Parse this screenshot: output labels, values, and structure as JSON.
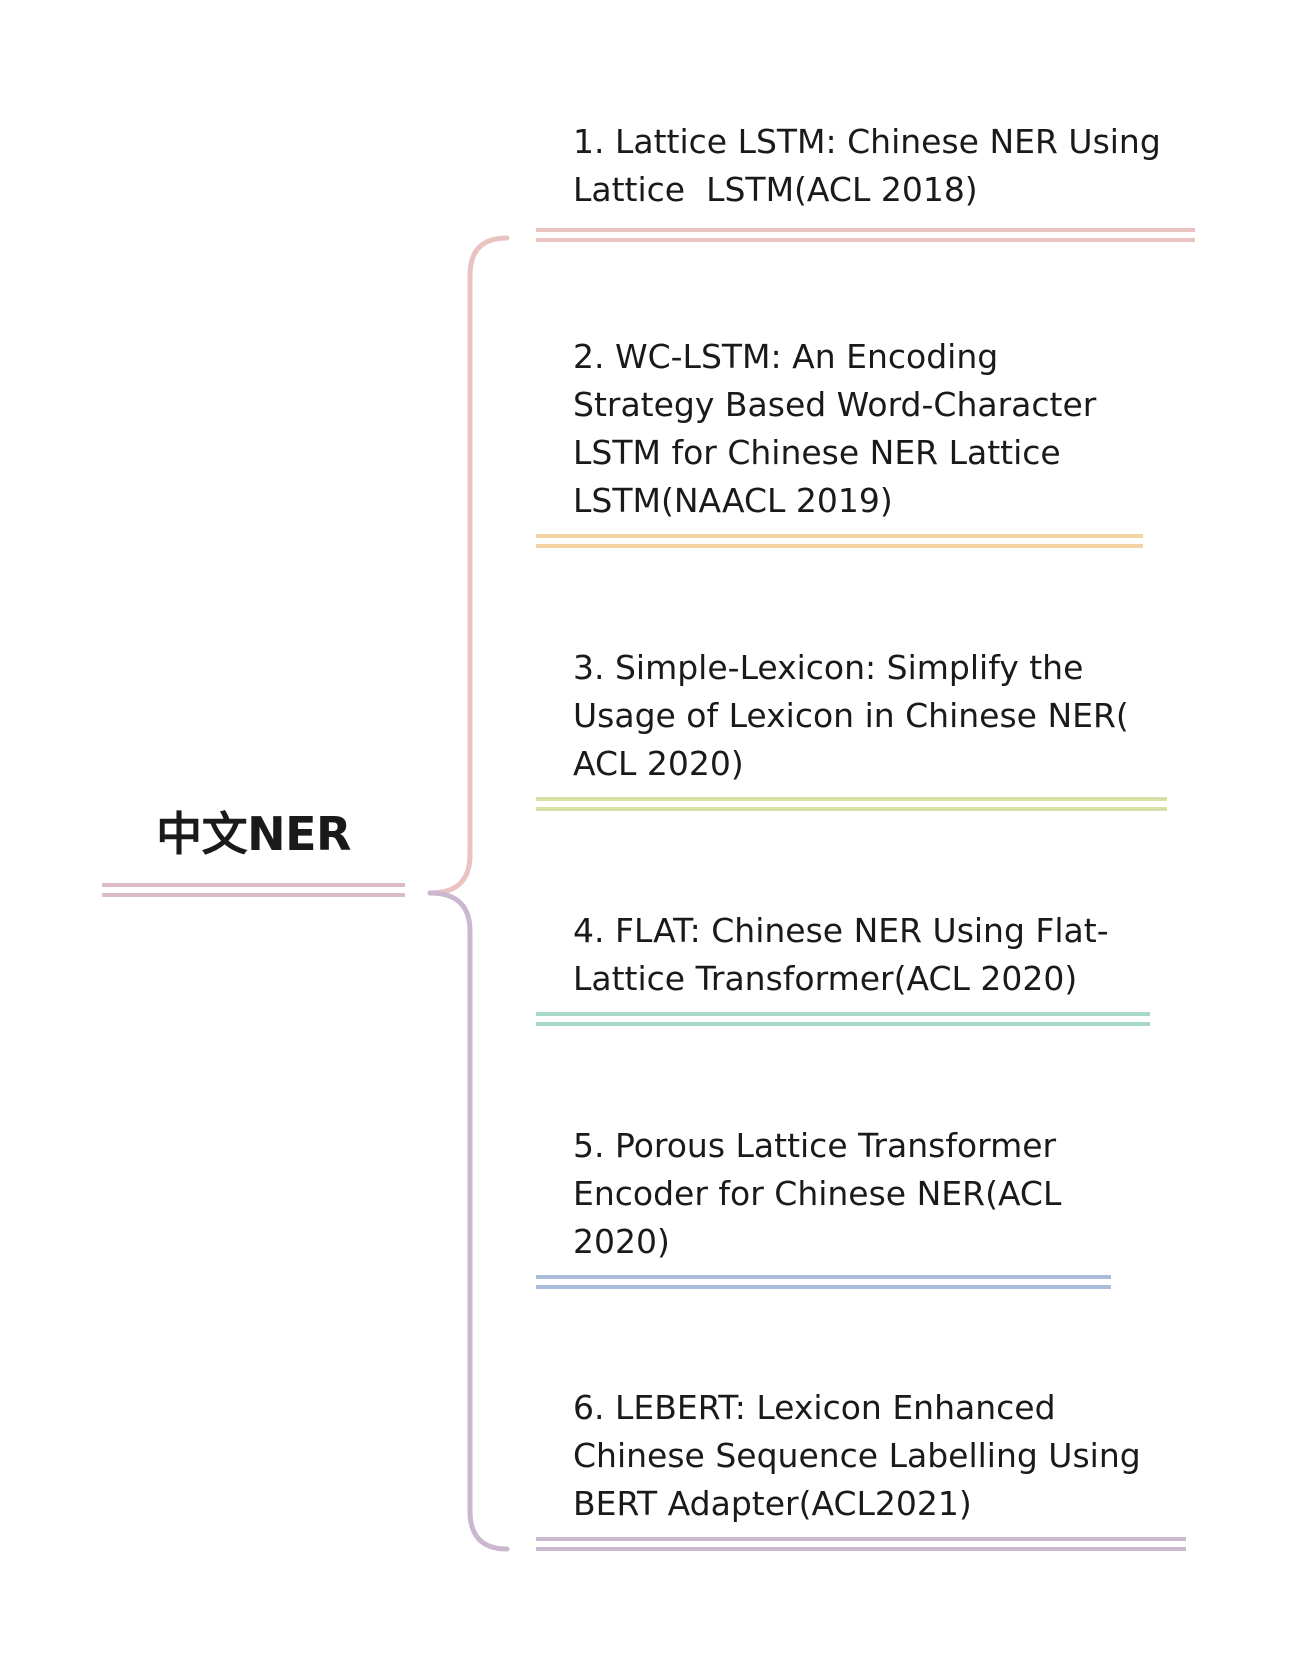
{
  "root": {
    "label": "中文NER"
  },
  "branches": [
    {
      "label": "1. Lattice LSTM: Chinese NER Using\nLattice  LSTM(ACL 2018)",
      "color": "#e8c3c0"
    },
    {
      "label": "2. WC-LSTM: An Encoding\nStrategy Based Word-Character\nLSTM for Chinese NER Lattice\nLSTM(NAACL 2019)",
      "color": "#f3d3a3"
    },
    {
      "label": "3. Simple-Lexicon: Simplify the\nUsage of Lexicon in Chinese NER(\nACL 2020)",
      "color": "#d8e0a6"
    },
    {
      "label": "4. FLAT: Chinese NER Using Flat-\nLattice Transformer(ACL 2020)",
      "color": "#a7d8c8"
    },
    {
      "label": "5. Porous Lattice Transformer\nEncoder for Chinese NER(ACL\n2020)",
      "color": "#a9bddb"
    },
    {
      "label": "6. LEBERT: Lexicon Enhanced\nChinese Sequence Labelling Using\nBERT Adapter(ACL2021)",
      "color": "#cbb7cf"
    }
  ],
  "connector": {
    "upper_color": "#e8c3c0",
    "lower_color": "#cbb7cf",
    "root_underline_color": "#dcbcc4"
  }
}
